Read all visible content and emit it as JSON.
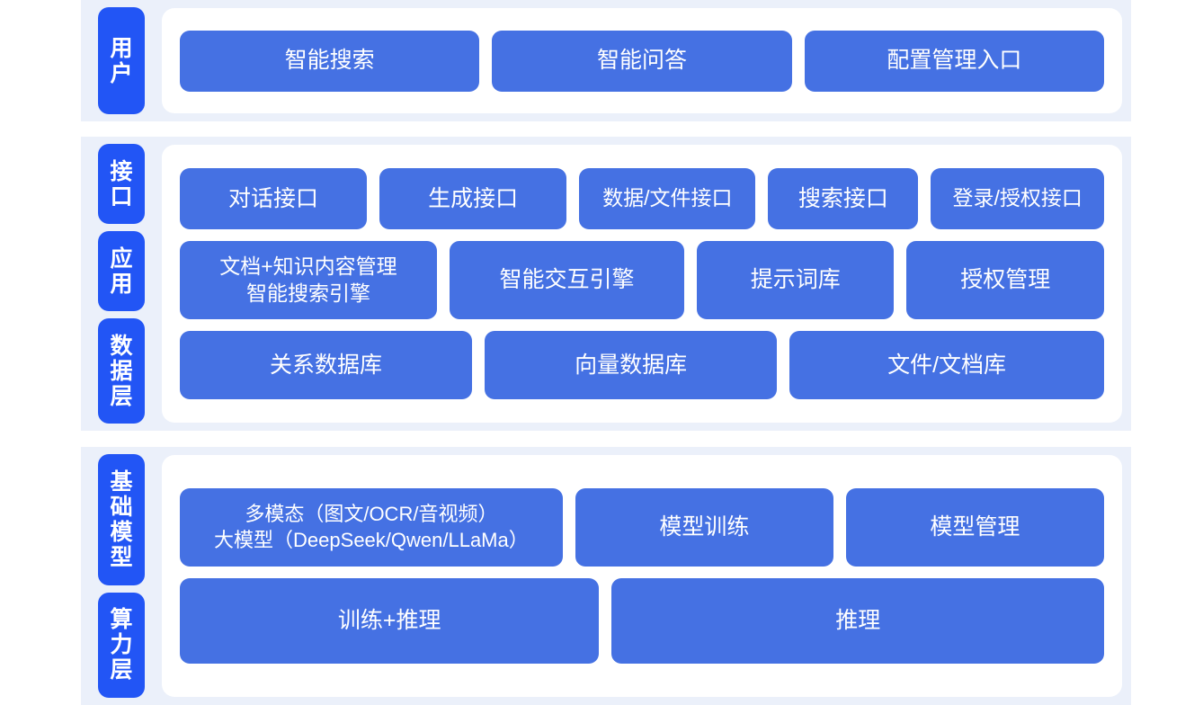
{
  "theme": {
    "band_bg": "#ebf0fa",
    "panel_bg": "#ffffff",
    "label_blue": "#2255f5",
    "box_blue": "#4571e3",
    "text_white": "#ffffff"
  },
  "sections": [
    {
      "id": "user",
      "labels": [
        "用户"
      ],
      "rows": [
        {
          "id": "user-entries",
          "boxes": [
            "智能搜索",
            "智能问答",
            "配置管理入口"
          ]
        }
      ]
    },
    {
      "id": "platform",
      "labels": [
        "接口",
        "应用",
        "数据层"
      ],
      "rows": [
        {
          "id": "api",
          "boxes": [
            "对话接口",
            "生成接口",
            "数据/文件接口",
            "搜索接口",
            "登录/授权接口"
          ]
        },
        {
          "id": "app",
          "boxes": [
            "文档+知识内容管理\n智能搜索引擎",
            "智能交互引擎",
            "提示词库",
            "授权管理"
          ]
        },
        {
          "id": "data",
          "boxes": [
            "关系数据库",
            "向量数据库",
            "文件/文档库"
          ]
        }
      ]
    },
    {
      "id": "infrastructure",
      "labels": [
        "基础模型",
        "算力层"
      ],
      "rows": [
        {
          "id": "model",
          "boxes": [
            "多模态（图文/OCR/音视频）\n大模型（DeepSeek/Qwen/LLaMa）",
            "模型训练",
            "模型管理"
          ]
        },
        {
          "id": "compute",
          "boxes": [
            "训练+推理",
            "推理"
          ]
        }
      ]
    }
  ],
  "labels": {
    "user": "用户",
    "api": "接口",
    "app": "应用",
    "data": "数据层",
    "model": "基础模型",
    "compute": "算力层"
  },
  "boxes": {
    "user": {
      "search": "智能搜索",
      "qa": "智能问答",
      "config": "配置管理入口"
    },
    "api": {
      "dialog": "对话接口",
      "generate": "生成接口",
      "data_file": "数据/文件接口",
      "search": "搜索接口",
      "auth": "登录/授权接口"
    },
    "app": {
      "doc_km": "文档+知识内容管理\n智能搜索引擎",
      "interaction_engine": "智能交互引擎",
      "prompt_lib": "提示词库",
      "authz": "授权管理"
    },
    "data": {
      "relational_db": "关系数据库",
      "vector_db": "向量数据库",
      "file_doc_db": "文件/文档库"
    },
    "model": {
      "multimodal": "多模态（图文/OCR/音视频）\n大模型（DeepSeek/Qwen/LLaMa）",
      "training": "模型训练",
      "management": "模型管理"
    },
    "compute": {
      "train_infer": "训练+推理",
      "infer": "推理"
    }
  }
}
